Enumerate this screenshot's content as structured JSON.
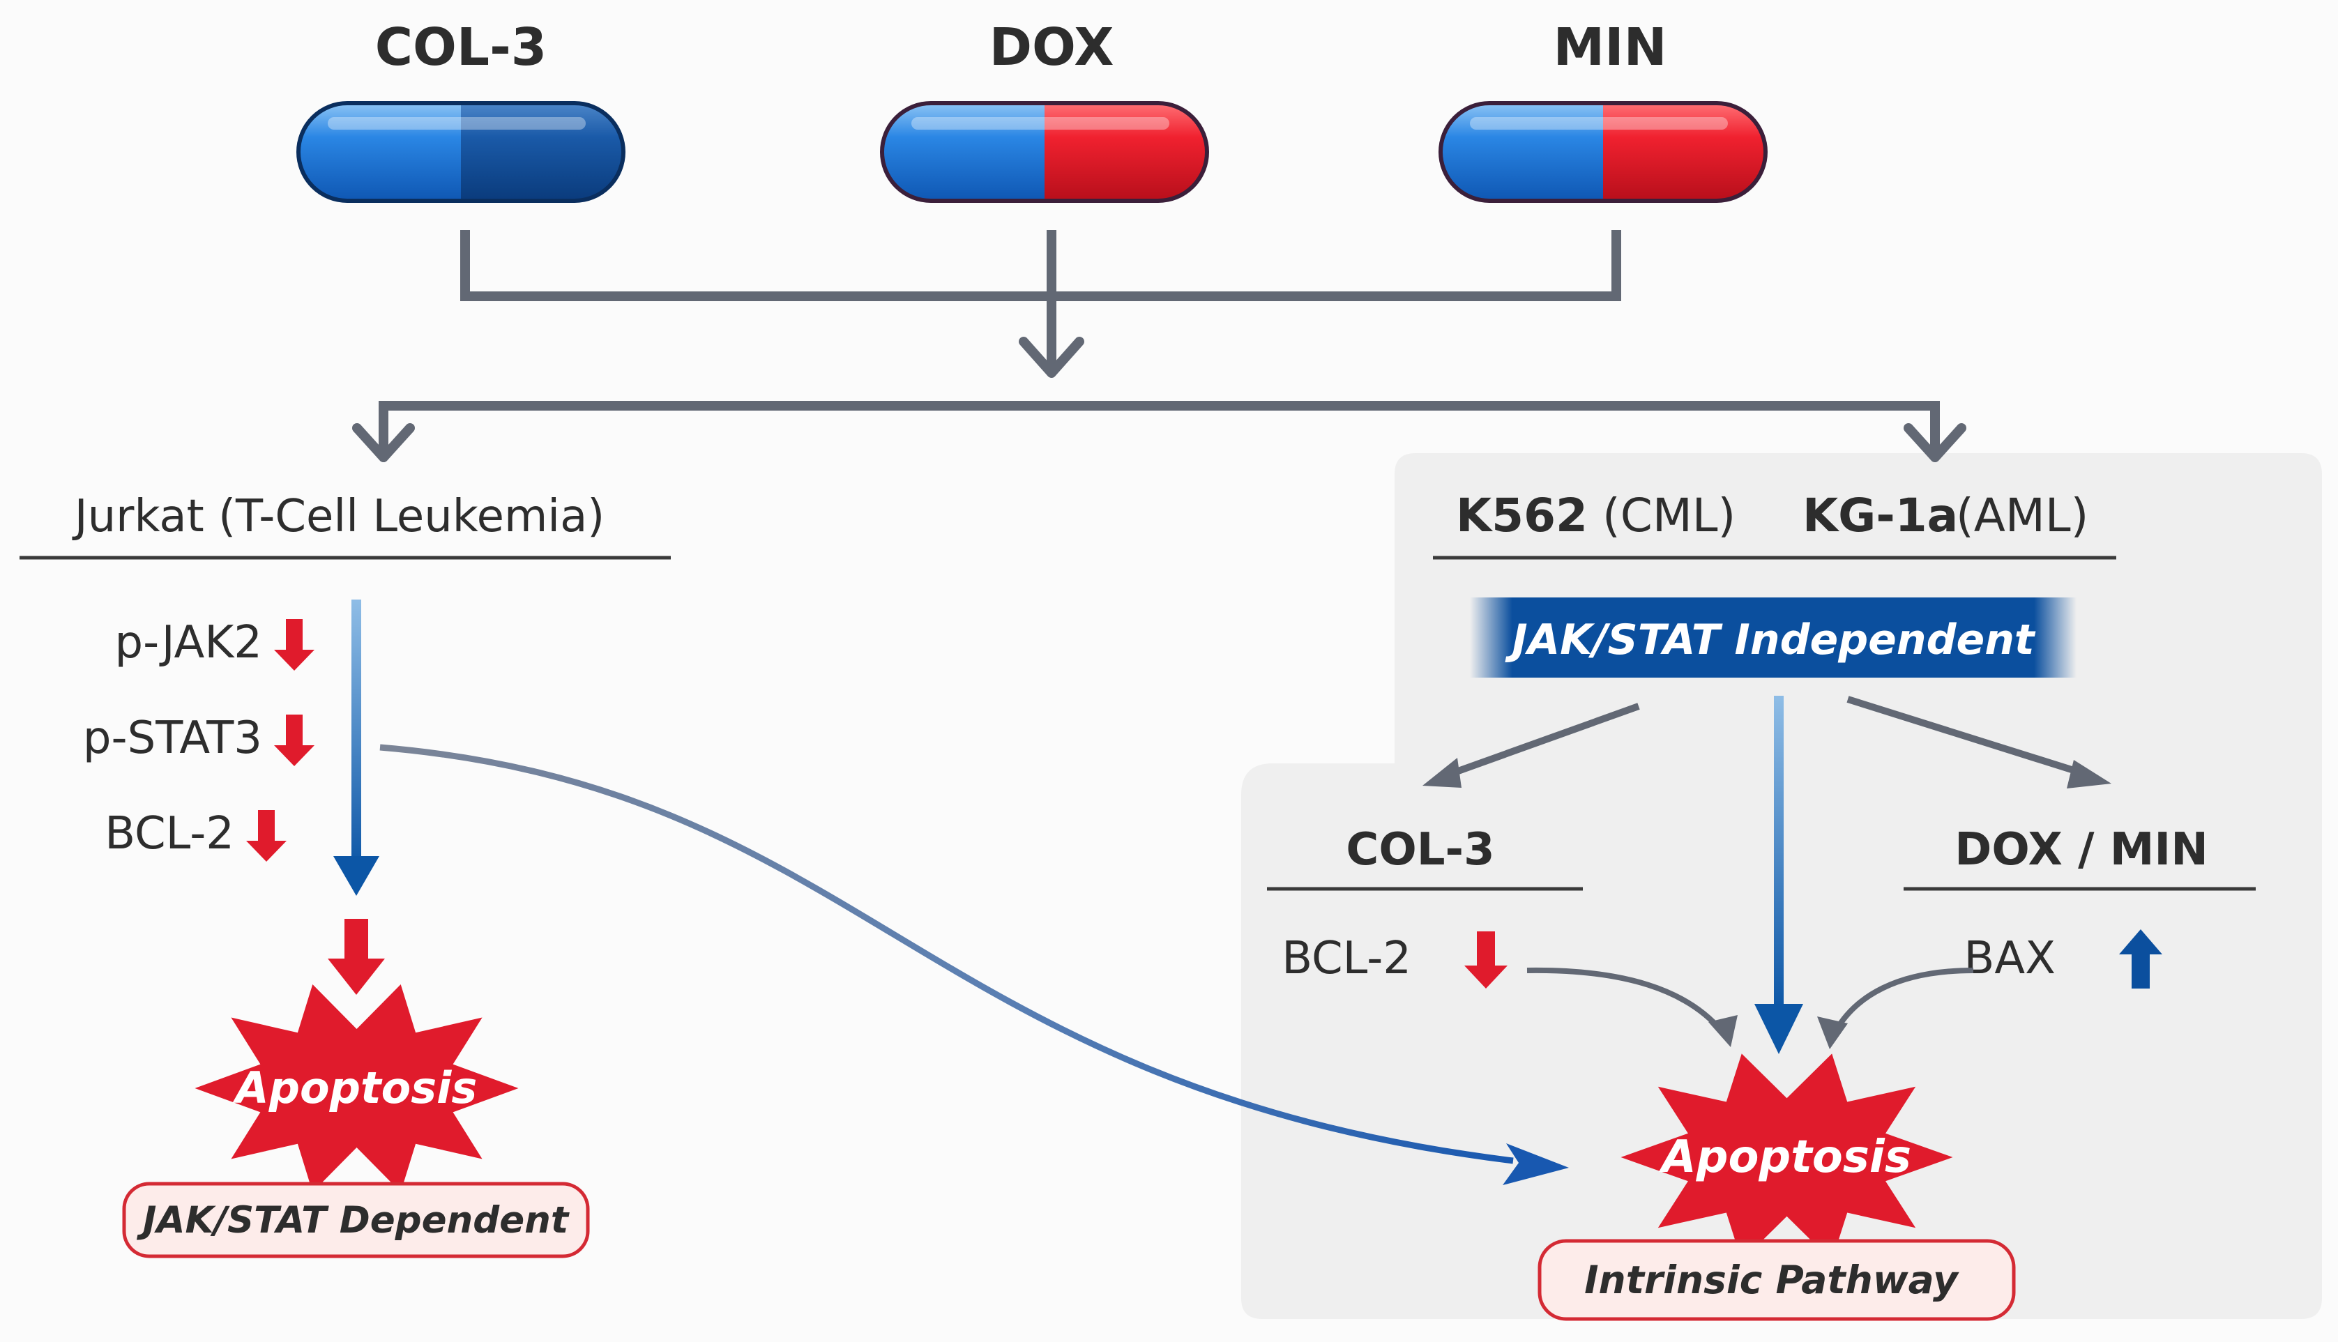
{
  "drugs": [
    {
      "label": "COL-3",
      "icon": "blue-capsule-icon"
    },
    {
      "label": "DOX",
      "icon": "blue-red-capsule-icon"
    },
    {
      "label": "MIN",
      "icon": "blue-red-capsule-icon"
    }
  ],
  "left_branch": {
    "title": "Jurkat (T-Cell Leukemia)",
    "markers": [
      {
        "label": "p-JAK2",
        "direction": "down"
      },
      {
        "label": "p-STAT3",
        "direction": "down"
      },
      {
        "label": "BCL-2",
        "direction": "down"
      }
    ],
    "outcome": "Apoptosis",
    "outcome_tag": "JAK/STAT Dependent"
  },
  "right_branch": {
    "title_primary_1": "K562",
    "title_secondary_1": "(CML)",
    "title_primary_2": "KG-1a",
    "title_secondary_2": "(AML)",
    "banner": "JAK/STAT Independent",
    "sub_left": {
      "title": "COL-3",
      "marker": "BCL-2",
      "direction": "down"
    },
    "sub_right": {
      "title": "DOX / MIN",
      "marker": "BAX",
      "direction": "up"
    },
    "outcome": "Apoptosis",
    "outcome_tag": "Intrinsic Pathway"
  },
  "colors": {
    "blue_capsule": "#1f74d6",
    "dark_blue": "#0b4f9e",
    "red": "#e01b2c",
    "grey_connector": "#626874",
    "panel": "#efefef",
    "tag_fill": "#fdecea"
  }
}
